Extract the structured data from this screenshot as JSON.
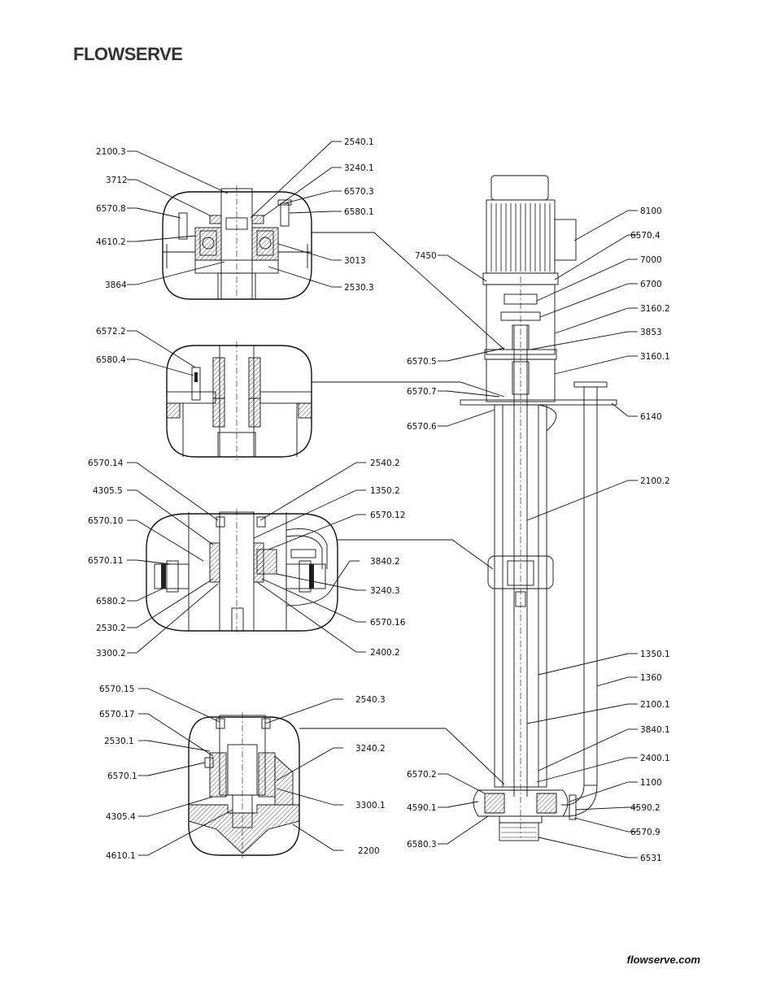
{
  "header": {
    "brand": "FLOWSERVE"
  },
  "footer": {
    "url": "flowserve.com"
  },
  "details": {
    "top": {
      "left_labels": [
        "2100.3",
        "3712",
        "6570.8",
        "4610.2",
        "3864"
      ],
      "right_labels": [
        "2540.1",
        "3240.1",
        "6570.3",
        "6580.1",
        "3013",
        "2530.3"
      ]
    },
    "second": {
      "left_labels": [
        "6572.2",
        "6580.4"
      ]
    },
    "third": {
      "left_labels": [
        "6570.14",
        "4305.5",
        "6570.10",
        "6570.11",
        "6580.2",
        "2530.2",
        "3300.2"
      ],
      "right_labels": [
        "2540.2",
        "1350.2",
        "6570.12",
        "3840.2",
        "3240.3",
        "6570.16",
        "2400.2"
      ]
    },
    "bottom": {
      "left_labels": [
        "6570.15",
        "6570.17",
        "2530.1",
        "6570.1",
        "4305.4",
        "4610.1"
      ],
      "right_labels": [
        "2540.3",
        "3240.2",
        "3300.1",
        "2200"
      ]
    }
  },
  "assembly": {
    "left_labels": [
      "7450",
      "6570.5",
      "6570.7",
      "6570.6",
      "6570.2",
      "4590.1",
      "6580.3"
    ],
    "right_labels": [
      "8100",
      "6570.4",
      "7000",
      "6700",
      "3160.2",
      "3853",
      "3160.1",
      "6140",
      "2100.2",
      "1350.1",
      "1360",
      "2100.1",
      "3840.1",
      "2400.1",
      "1100",
      "4590.2",
      "6570.9",
      "6531"
    ]
  }
}
